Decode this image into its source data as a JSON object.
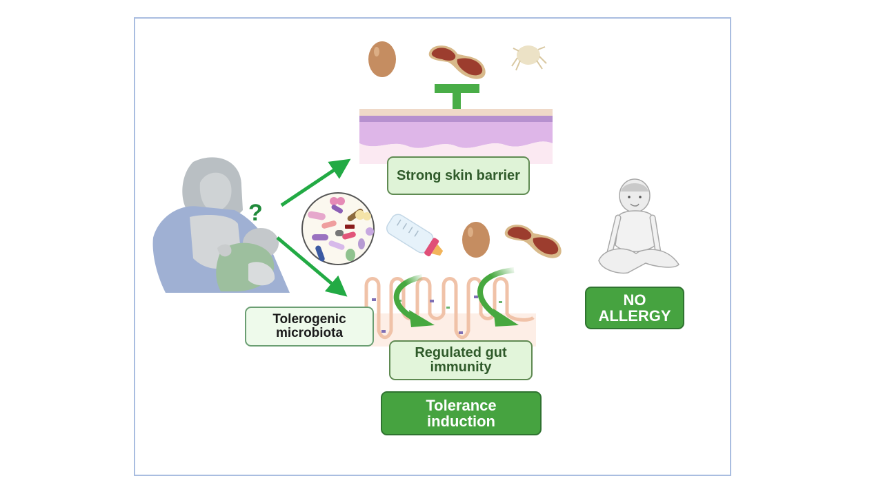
{
  "diagram": {
    "title": "",
    "nodes": {
      "mother_infant": {
        "icon": "breastfeeding-mother-icon",
        "annotation": "?"
      },
      "microbiota": {
        "icon": "microbiota-circle-icon",
        "label": "Tolerogenic microbiota",
        "label_lines": [
          "Tolerogenic",
          "microbiota"
        ]
      },
      "skin": {
        "icon": "skin-layer-icon",
        "label": "Strong skin barrier"
      },
      "skin_allergens": [
        {
          "name": "egg",
          "icon": "egg-icon"
        },
        {
          "name": "peanut",
          "icon": "peanut-icon"
        },
        {
          "name": "dust mite",
          "icon": "dust-mite-icon"
        }
      ],
      "oral_antigens": [
        {
          "name": "baby bottle",
          "icon": "baby-bottle-icon"
        },
        {
          "name": "egg",
          "icon": "egg-icon"
        },
        {
          "name": "peanut",
          "icon": "peanut-icon"
        }
      ],
      "gut": {
        "icon": "gut-villi-icon",
        "label_lines": [
          "Regulated gut",
          "immunity"
        ]
      },
      "tolerance": {
        "label_lines": [
          "Tolerance",
          "induction"
        ]
      },
      "outcome": {
        "icon": "sitting-baby-icon",
        "label_lines": [
          "NO",
          "ALLERGY"
        ]
      }
    },
    "edges": [
      {
        "from": "mother_infant",
        "to": "skin",
        "type": "arrow"
      },
      {
        "from": "mother_infant",
        "to": "gut",
        "type": "arrow"
      },
      {
        "from": "skin_allergens",
        "to": "skin",
        "type": "inhibition"
      },
      {
        "from": "oral_antigens",
        "to": "gut",
        "type": "curved-arrow"
      },
      {
        "from": "oral_antigens",
        "to": "gut",
        "type": "curved-arrow"
      }
    ],
    "colors": {
      "arrow_green": "#22aa44",
      "inhibit_green": "#49ad47",
      "question_green": "#1f8a3a",
      "light_box_fill": "#dff3d7",
      "dark_box_fill": "#46a340",
      "frame_border": "#a9bde0"
    }
  }
}
